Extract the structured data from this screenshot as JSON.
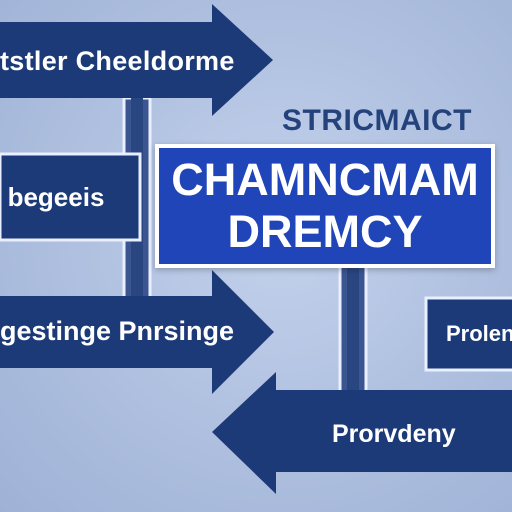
{
  "colors": {
    "navy": "#1c3a78",
    "navy_dark": "#142d63",
    "main_box": "#1f45b8",
    "connector": "#3a5590",
    "heading_text": "#24427c",
    "side_box_light": "#ffffff"
  },
  "arrows": {
    "top": {
      "label": "tstler Cheeldorme"
    },
    "middle": {
      "label": "gestinge Pnrsinge"
    },
    "bottom": {
      "label": "Prorvdeny"
    }
  },
  "boxes": {
    "left": {
      "label": "begeeis"
    },
    "right": {
      "label": "Proleny"
    }
  },
  "heading": "STRICMAICT",
  "main_box": {
    "line1": "CHAMNCMAM",
    "line2": "DREMCY"
  }
}
